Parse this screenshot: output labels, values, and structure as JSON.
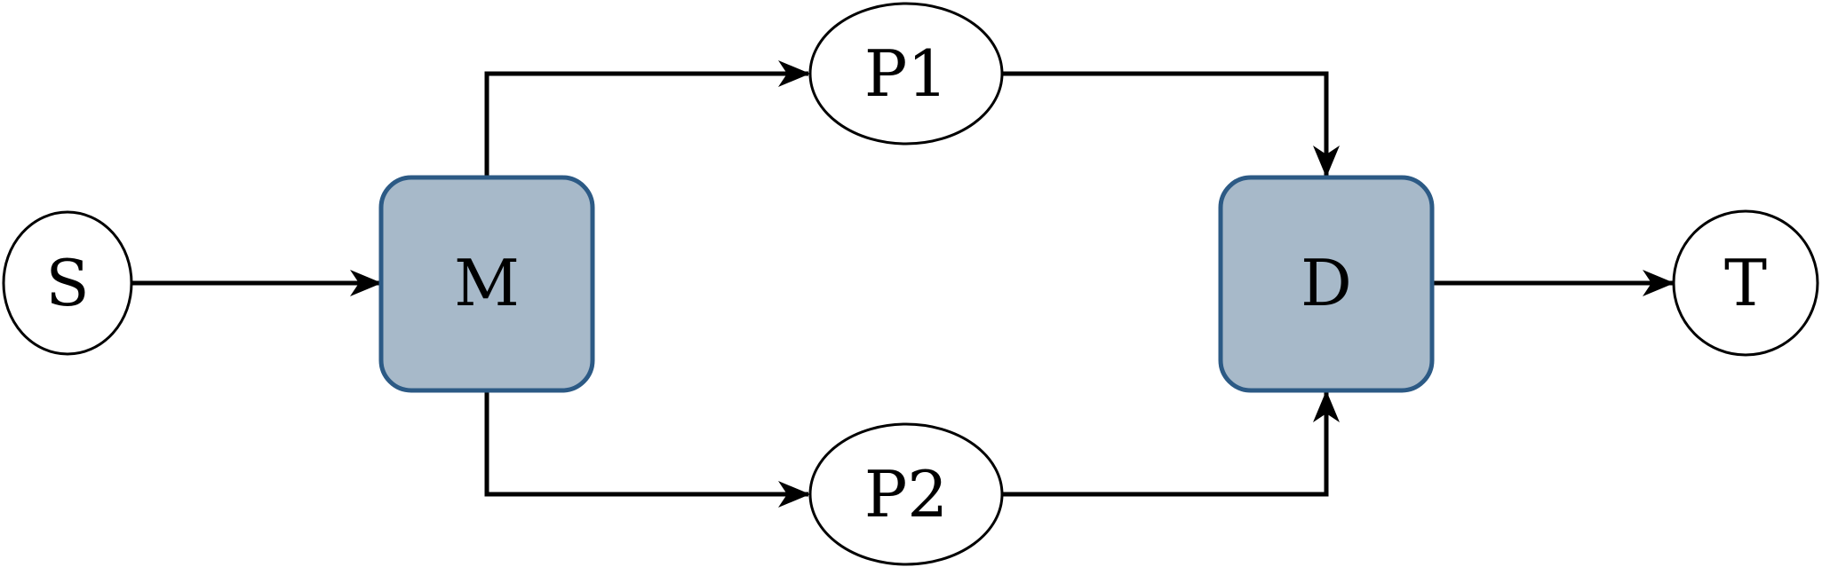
{
  "colors": {
    "box_fill": "#a7b9c9",
    "box_stroke": "#2c5a85",
    "edge": "#000000",
    "ellipse_fill": "#ffffff"
  },
  "nodes": {
    "s": {
      "label": "S",
      "shape": "circle"
    },
    "m": {
      "label": "M",
      "shape": "rounded-box"
    },
    "p1": {
      "label": "P1",
      "shape": "ellipse"
    },
    "p2": {
      "label": "P2",
      "shape": "ellipse"
    },
    "d": {
      "label": "D",
      "shape": "rounded-box"
    },
    "t": {
      "label": "T",
      "shape": "circle"
    }
  },
  "edges": [
    {
      "from": "S",
      "to": "M"
    },
    {
      "from": "M",
      "to": "P1"
    },
    {
      "from": "M",
      "to": "P2"
    },
    {
      "from": "P1",
      "to": "D"
    },
    {
      "from": "P2",
      "to": "D"
    },
    {
      "from": "D",
      "to": "T"
    }
  ]
}
